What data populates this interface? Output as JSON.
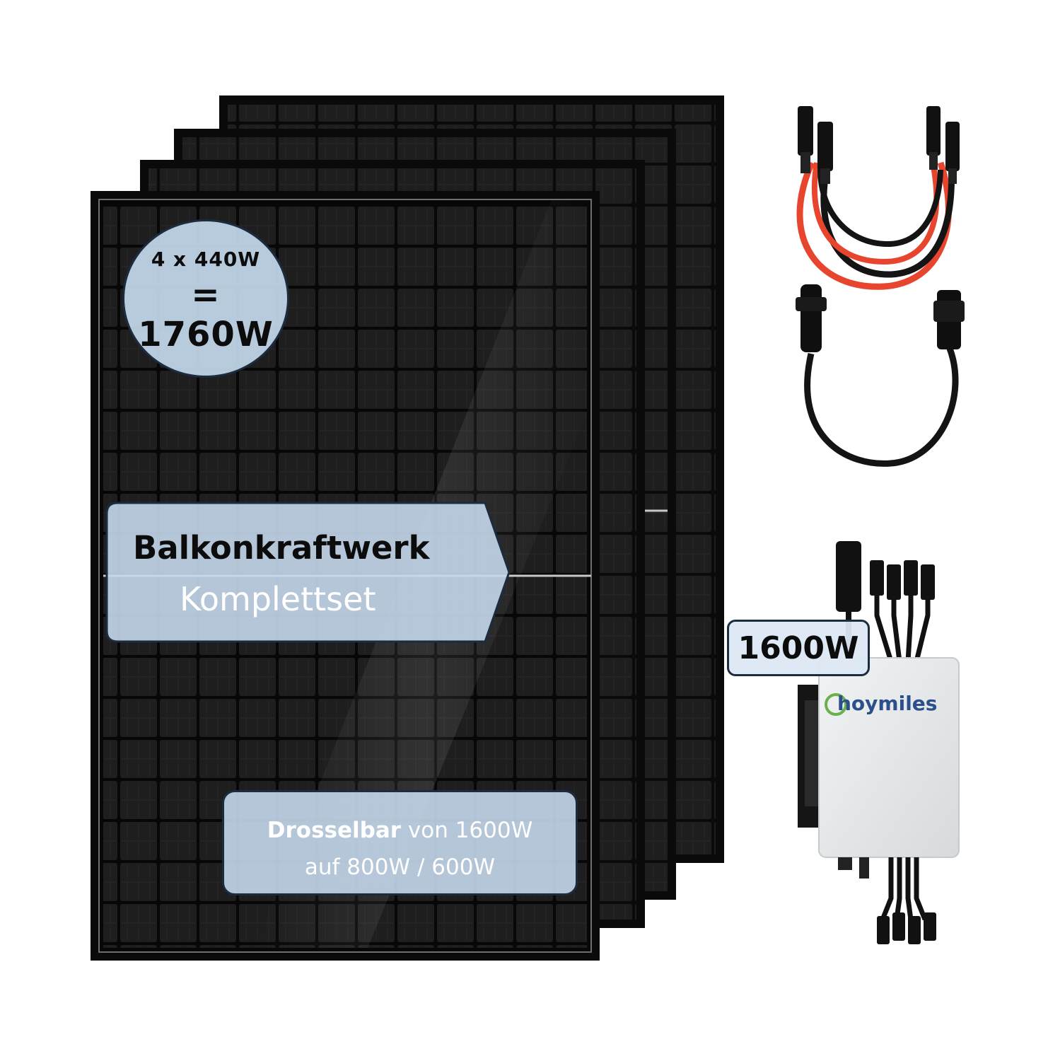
{
  "badge_power": {
    "line1": "4 x 440W",
    "line2": "= 1760W"
  },
  "title": {
    "main": "Balkonkraftwerk",
    "sub": "Komplettset"
  },
  "throttle": {
    "bold": "Drosselbar",
    "rest1": " von 1600W",
    "line2": "auf  800W / 600W"
  },
  "inverter": {
    "badge": "1600W",
    "brand": "hoymiles"
  },
  "colors": {
    "panel": "#0b0b0b",
    "cell": "#1d1d1d",
    "badge_fill": "#c4d8ec",
    "badge_border": "#1c2b3d",
    "cable_red": "#e8452f",
    "cable_black": "#141414",
    "brand": "#2b4f8a"
  }
}
